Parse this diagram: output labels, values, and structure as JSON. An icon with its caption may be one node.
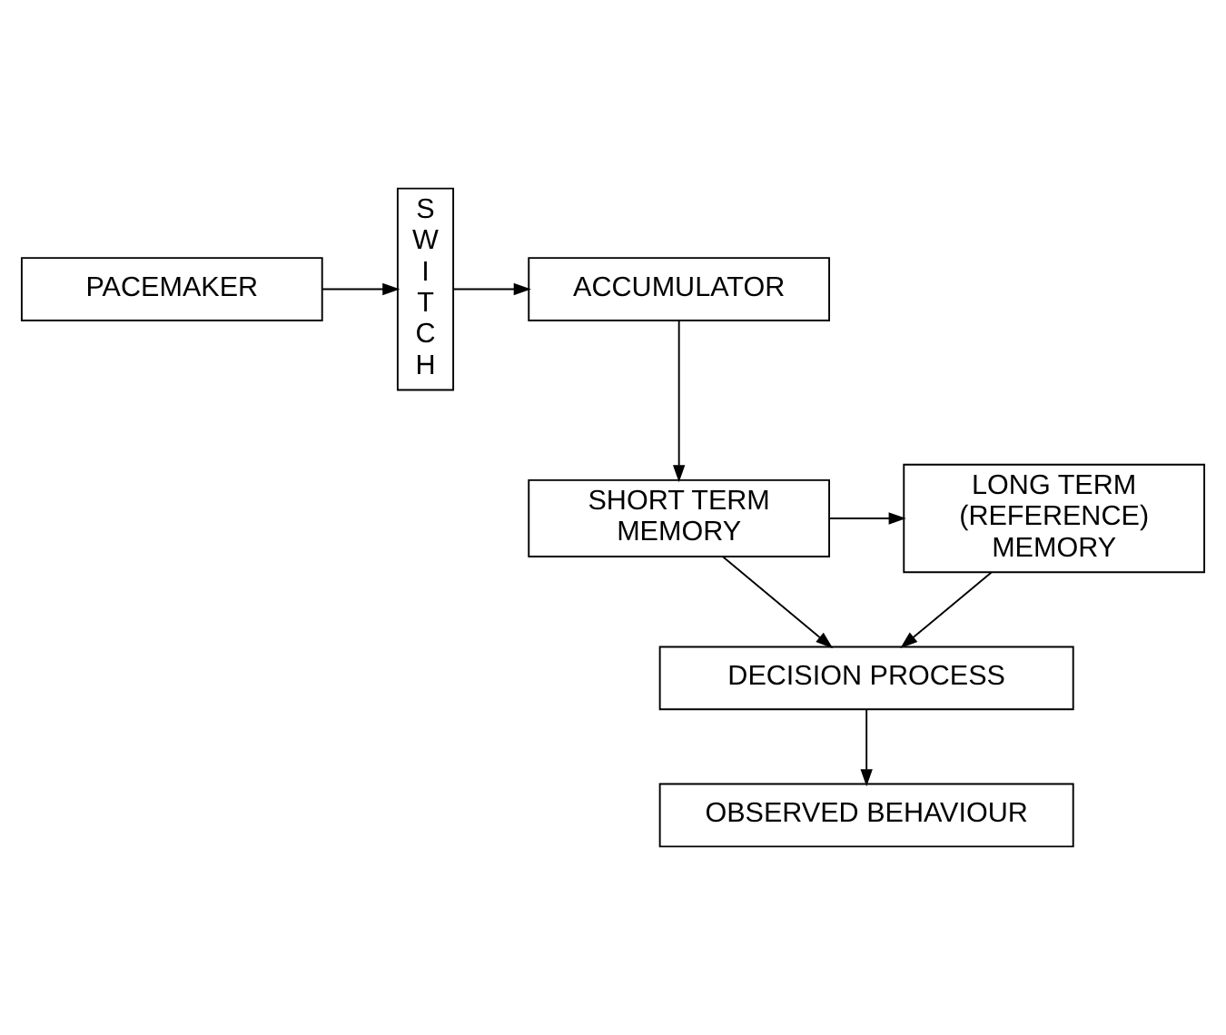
{
  "diagram": {
    "nodes": [
      {
        "text": [
          "PACEMAKER"
        ]
      },
      {
        "text": [
          "SWITCH"
        ]
      },
      {
        "text": [
          "ACCUMULATOR"
        ]
      },
      {
        "text": [
          "LONG TERM (REFERENCE) MEMORY"
        ]
      },
      {
        "text": [
          "SHORT TERM MEMORY"
        ]
      },
      {
        "text": [
          "DECISION PROCESS"
        ]
      },
      {
        "text": [
          "OBSERVED BEHAVIOUR"
        ]
      }
    ],
    "edges": [
      {
        "from": 0,
        "to": 1,
        "arrow": "to"
      },
      {
        "from": 1,
        "to": 2,
        "arrow": "to"
      },
      {
        "from": 2,
        "to": 4,
        "arrow": "to"
      },
      {
        "from": 4,
        "to": 3,
        "arrow": "to"
      },
      {
        "from": 3,
        "to": 5,
        "arrow": "to"
      },
      {
        "from": 4,
        "to": 5,
        "arrow": "to"
      },
      {
        "from": 5,
        "to": 6,
        "arrow": "to"
      }
    ]
  }
}
